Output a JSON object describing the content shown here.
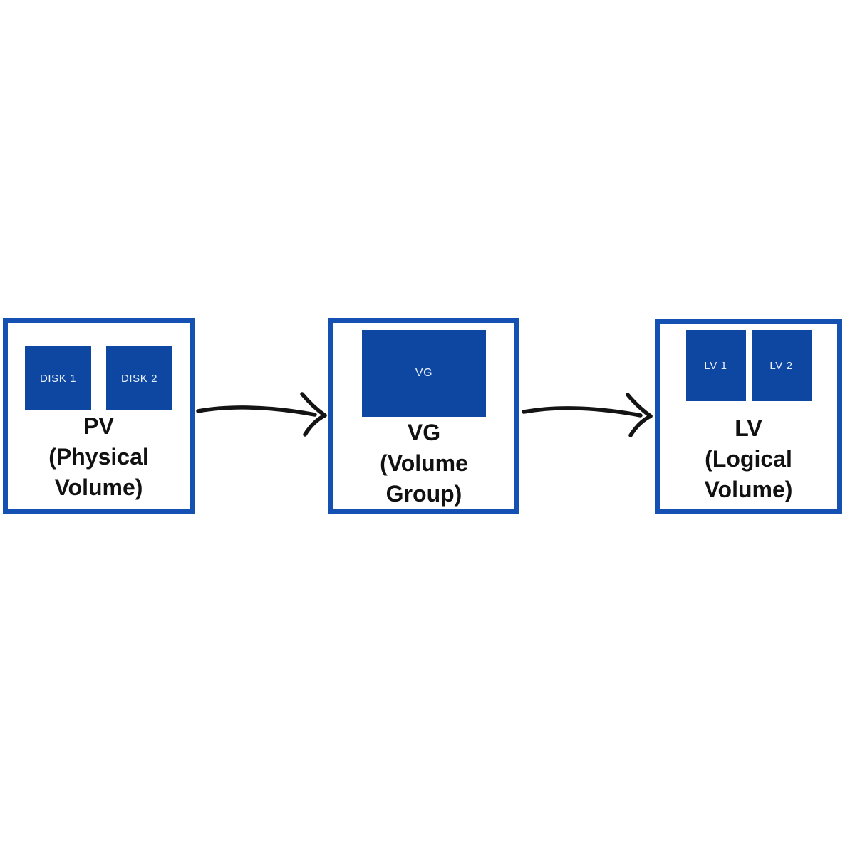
{
  "colors": {
    "primary_blue": "#1551b2",
    "fill_blue": "#0e47a1",
    "arrow_black": "#141414",
    "caption_color": "#111111",
    "block_label_color": "#e9f0fa",
    "canvas_bg": "#ffffff"
  },
  "diagram": {
    "stages": [
      {
        "id": "pv",
        "caption": "PV\n(Physical\nVolume)",
        "blocks": [
          {
            "label": "DISK 1"
          },
          {
            "label": "DISK 2"
          }
        ]
      },
      {
        "id": "vg",
        "caption": "VG\n(Volume\nGroup)",
        "blocks": [
          {
            "label": "VG"
          }
        ]
      },
      {
        "id": "lv",
        "caption": "LV\n(Logical\nVolume)",
        "blocks": [
          {
            "label": "LV 1"
          },
          {
            "label": "LV 2"
          }
        ]
      }
    ],
    "arrows": [
      {
        "from": "PV",
        "to": "VG"
      },
      {
        "from": "VG",
        "to": "LV"
      }
    ]
  }
}
